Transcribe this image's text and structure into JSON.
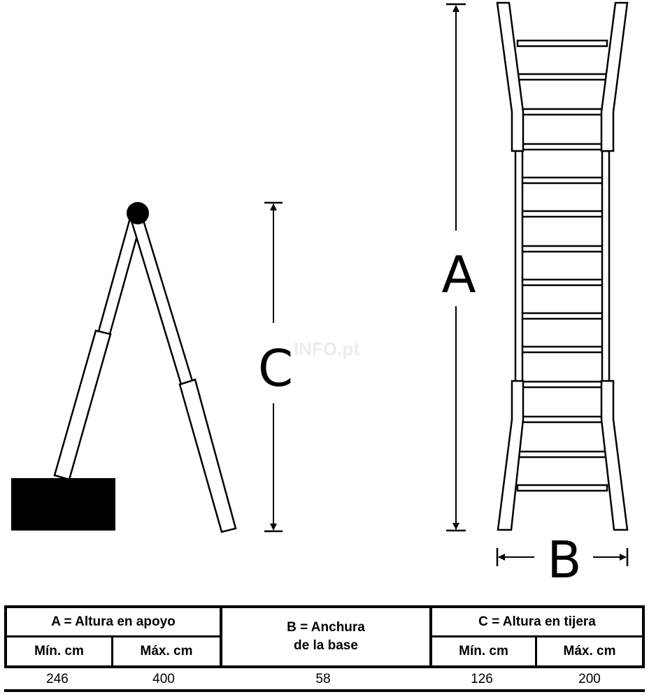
{
  "diagram": {
    "label_a": "A",
    "label_b": "B",
    "label_c": "C",
    "watermark": "INFO.pt"
  },
  "table": {
    "group_a": {
      "title": "A = Altura en apoyo",
      "min_label": "Mín. cm",
      "max_label": "Máx. cm",
      "min_value": "246",
      "max_value": "400"
    },
    "group_b": {
      "title_line1": "B = Anchura",
      "title_line2": "de la base",
      "value": "58"
    },
    "group_c": {
      "title": "C = Altura en tijera",
      "min_label": "Mín. cm",
      "max_label": "Máx. cm",
      "min_value": "126",
      "max_value": "200"
    }
  }
}
